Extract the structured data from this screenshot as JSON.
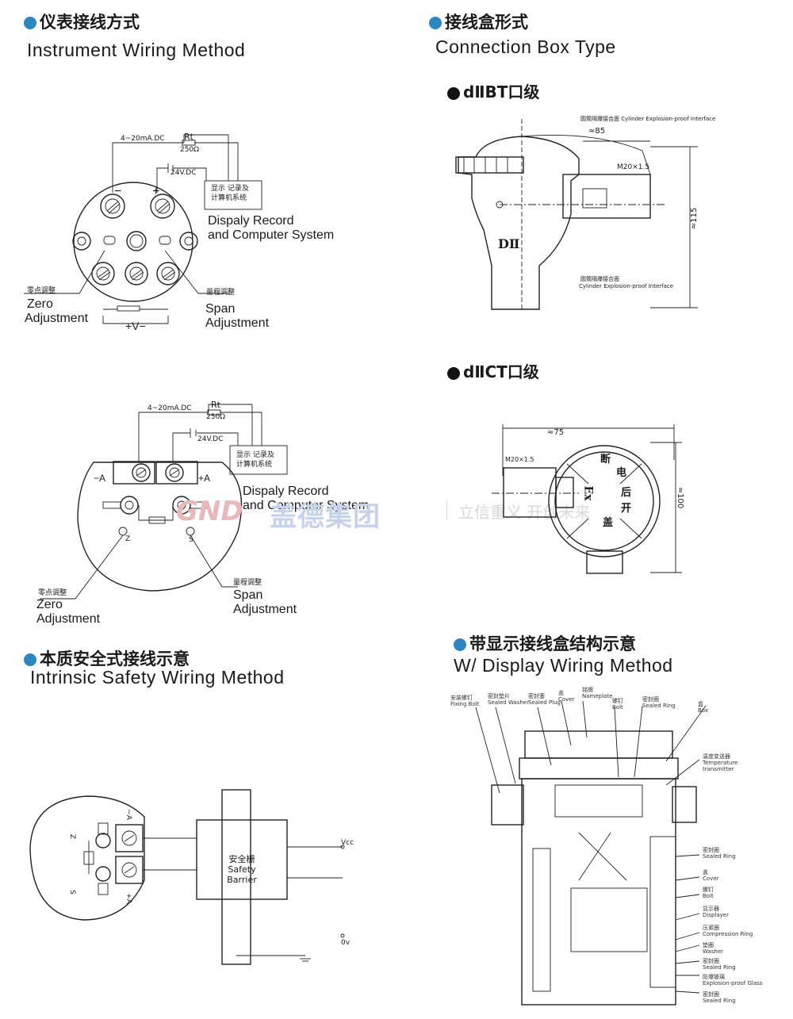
{
  "sections": {
    "instrument": {
      "title_cn": "仪表接线方式",
      "title_en": "Instrument Wiring Method"
    },
    "box_type": {
      "title_cn": "接线盒形式",
      "title_en": "Connection Box Type"
    },
    "bt": {
      "title": "dⅡBT口级"
    },
    "ct": {
      "title": "dⅡCT口级"
    },
    "intrinsic": {
      "title_cn": "本质安全式接线示意",
      "title_en": "Intrinsic Safety  Wiring Method"
    },
    "display": {
      "title_cn": "带显示接线盒结构示意",
      "title_en": "W/ Display Wiring Method"
    }
  },
  "diagram1": {
    "current": "4~20mA.DC",
    "rt": "Rt",
    "ohm": "250Ω",
    "vdc": "24V.DC",
    "box_cn_1": "显示 记录及",
    "box_cn_2": "计算机系统",
    "record_1": "Dispaly Record",
    "record_2": "and Computer System",
    "minus": "−",
    "plus": "+",
    "zero_cn": "零点调整",
    "zero_1": "Zero",
    "zero_2": "Adjustment",
    "span_cn": "量程调整",
    "span_1": "Span",
    "span_2": "Adjustment",
    "supply": "+V−"
  },
  "diagram2": {
    "current": "4~20mA.DC",
    "rt": "Rt",
    "ohm": "250Ω",
    "vdc": "24V.DC",
    "box_cn_1": "显示 记录及",
    "box_cn_2": "计算机系统",
    "record_1": "Dispaly Record",
    "record_2": "and Computer System",
    "neg": "−A",
    "pos": "+A",
    "z": "Z",
    "s": "S",
    "zero_cn": "零点调整",
    "zero_1": "Zero",
    "zero_2": "Adjustment",
    "span_cn": "量程调整",
    "span_1": "Span",
    "span_2": "Adjustment"
  },
  "diagram_is": {
    "barrier_cn": "安全栅",
    "barrier_1": "Safety",
    "barrier_2": "Barrier",
    "vcc": "Vcc",
    "ov": "0v",
    "neg": "−A",
    "pos": "+A",
    "z": "Z",
    "s": "S"
  },
  "bt_drawing": {
    "interface_top": "圆筒隔爆接合面 Cylinder Explosion-proof Interface",
    "dim_85": "≈85",
    "thread": "M20×1.5",
    "dim_115": "≈115",
    "mark": "DⅡ",
    "interface_bot_cn": "圆筒隔爆接合面",
    "interface_bot_en": "Cylinder Explosion-proof Interface"
  },
  "ct_drawing": {
    "dim_75": "≈75",
    "thread": "M20×1.5",
    "dim_100": "≈100",
    "warn_1": "断",
    "warn_2": "电",
    "warn_3": "后",
    "warn_4": "开",
    "warn_5": "盖",
    "ex": "Ex"
  },
  "display_drawing": {
    "callouts_top": [
      {
        "cn": "安装螺钉",
        "en": "Fixing Bolt"
      },
      {
        "cn": "密封垫片",
        "en": "Sealed Washer"
      },
      {
        "cn": "密封塞",
        "en": "Sealed Plug"
      },
      {
        "cn": "盖",
        "en": "Cover"
      },
      {
        "cn": "铭牌",
        "en": "Nameplate"
      },
      {
        "cn": "螺钉",
        "en": "Bolt"
      },
      {
        "cn": "密封圈",
        "en": "Sealed Ring"
      },
      {
        "cn": "盒",
        "en": "Box"
      }
    ],
    "callouts_right": [
      {
        "cn": "温度变送器",
        "en": "Temperature transmitter"
      },
      {
        "cn": "密封圈",
        "en": "Sealed Ring"
      },
      {
        "cn": "盖",
        "en": "Cover"
      },
      {
        "cn": "螺钉",
        "en": "Bolt"
      },
      {
        "cn": "显示器",
        "en": "Displayer"
      },
      {
        "cn": "压紧圈",
        "en": "Compression Ring"
      },
      {
        "cn": "垫圈",
        "en": "Washer"
      },
      {
        "cn": "密封圈",
        "en": "Sealed Ring"
      },
      {
        "cn": "防爆玻璃",
        "en": "Explosion-proof Glass"
      },
      {
        "cn": "密封圈",
        "en": "Sealed Ring"
      }
    ]
  },
  "watermark": {
    "brand": "盖德集团",
    "slogan": "立信重义 开创未来"
  },
  "colors": {
    "accent_dot": "#2e86c1",
    "watermark": "#c7d3ea"
  }
}
